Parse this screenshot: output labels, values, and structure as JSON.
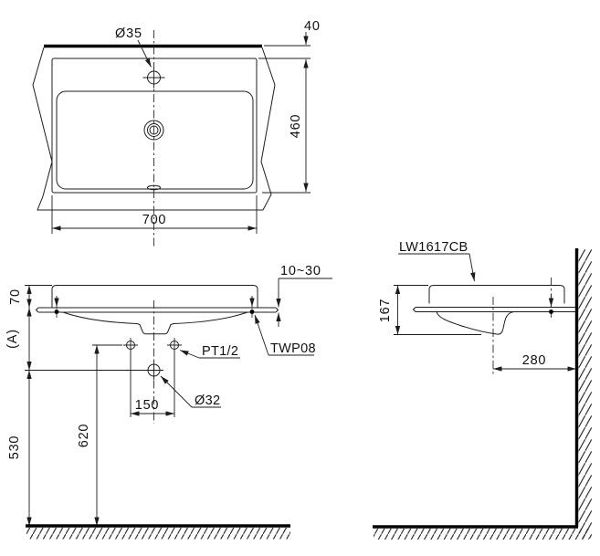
{
  "plan_view": {
    "faucet_hole_diameter": "Ø35",
    "wall_gap": "40",
    "basin_depth": "460",
    "basin_width": "700"
  },
  "front_view": {
    "rim_above_counter": "70",
    "dim_a": "(A)",
    "counter_thickness_range": "10~30",
    "bracket_code": "TWP08",
    "supply_connection": "PT1/2",
    "drain_diameter": "Ø32",
    "hole_spacing": "150",
    "supply_height": "620",
    "drain_height": "530"
  },
  "side_view": {
    "product_code": "LW1617CB",
    "basin_height": "167",
    "drain_to_wall": "280"
  }
}
